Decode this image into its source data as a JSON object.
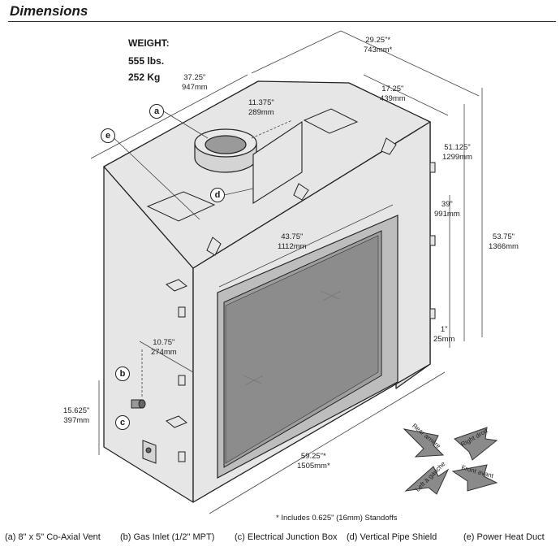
{
  "title": "Dimensions",
  "weight": {
    "label": "WEIGHT:",
    "lbs": "555 lbs.",
    "kg": "252 Kg"
  },
  "dims": {
    "depth_in": "29.25\"*",
    "depth_mm": "743mm*",
    "width_top_in": "37.25\"",
    "width_top_mm": "947mm",
    "vent_in": "11.375\"",
    "vent_mm": "289mm",
    "side_top_in": "17.25\"",
    "side_top_mm": "439mm",
    "h_total_in": "51.125\"",
    "h_total_mm": "1299mm",
    "h_opening_in": "39\"",
    "h_opening_mm": "991mm",
    "h_full_in": "53.75\"",
    "h_full_mm": "1366mm",
    "glass_w_in": "43.75\"",
    "glass_w_mm": "1112mm",
    "base_in": "1\"",
    "base_mm": "25mm",
    "gas_side_in": "10.75\"",
    "gas_side_mm": "274mm",
    "gas_h_in": "15.625\"",
    "gas_h_mm": "397mm",
    "front_w_in": "59.25\"*",
    "front_w_mm": "1505mm*"
  },
  "callouts": {
    "a": "a",
    "b": "b",
    "c": "c",
    "d": "d",
    "e": "e"
  },
  "note": "* Includes 0.625\" (16mm) Standoffs",
  "compass": {
    "rear": "Rear arrière",
    "right": "Right droit",
    "left": "Left à gauche",
    "front": "Front avant"
  },
  "legend": [
    "(a) 8\" x 5\" Co-Axial Vent",
    "(b) Gas Inlet (1/2\" MPT)",
    "(c) Electrical Junction Box",
    "(d) Vertical Pipe Shield",
    "(e) Power Heat Duct"
  ]
}
